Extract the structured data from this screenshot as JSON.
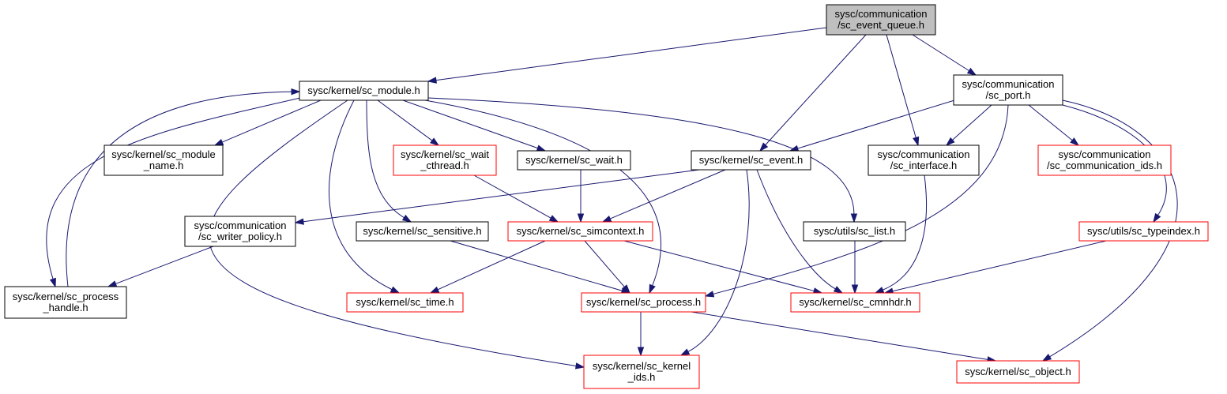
{
  "colors": {
    "root_fill": "#bfbfbf",
    "root_border": "#000000",
    "normal_border": "#000000",
    "incomplete_border": "#ff0000",
    "edge": "#191970"
  },
  "nodes": [
    {
      "id": "event_queue",
      "lines": [
        "sysc/communication",
        "/sc_event_queue.h"
      ],
      "style": "root"
    },
    {
      "id": "module",
      "lines": [
        "sysc/kernel/sc_module.h"
      ],
      "style": "normal"
    },
    {
      "id": "port",
      "lines": [
        "sysc/communication",
        "/sc_port.h"
      ],
      "style": "normal"
    },
    {
      "id": "module_name",
      "lines": [
        "sysc/kernel/sc_module",
        "_name.h"
      ],
      "style": "normal"
    },
    {
      "id": "wait_cthread",
      "lines": [
        "sysc/kernel/sc_wait",
        "_cthread.h"
      ],
      "style": "red"
    },
    {
      "id": "wait",
      "lines": [
        "sysc/kernel/sc_wait.h"
      ],
      "style": "normal"
    },
    {
      "id": "event",
      "lines": [
        "sysc/kernel/sc_event.h"
      ],
      "style": "normal"
    },
    {
      "id": "interface",
      "lines": [
        "sysc/communication",
        "/sc_interface.h"
      ],
      "style": "normal"
    },
    {
      "id": "comm_ids",
      "lines": [
        "sysc/communication",
        "/sc_communication_ids.h"
      ],
      "style": "red"
    },
    {
      "id": "writer_policy",
      "lines": [
        "sysc/communication",
        "/sc_writer_policy.h"
      ],
      "style": "normal"
    },
    {
      "id": "sensitive",
      "lines": [
        "sysc/kernel/sc_sensitive.h"
      ],
      "style": "normal"
    },
    {
      "id": "simcontext",
      "lines": [
        "sysc/kernel/sc_simcontext.h"
      ],
      "style": "red"
    },
    {
      "id": "list",
      "lines": [
        "sysc/utils/sc_list.h"
      ],
      "style": "normal"
    },
    {
      "id": "typeindex",
      "lines": [
        "sysc/utils/sc_typeindex.h"
      ],
      "style": "red"
    },
    {
      "id": "process_handle",
      "lines": [
        "sysc/kernel/sc_process",
        "_handle.h"
      ],
      "style": "normal"
    },
    {
      "id": "time",
      "lines": [
        "sysc/kernel/sc_time.h"
      ],
      "style": "red"
    },
    {
      "id": "process",
      "lines": [
        "sysc/kernel/sc_process.h"
      ],
      "style": "red"
    },
    {
      "id": "cmnhdr",
      "lines": [
        "sysc/kernel/sc_cmnhdr.h"
      ],
      "style": "red"
    },
    {
      "id": "kernel_ids",
      "lines": [
        "sysc/kernel/sc_kernel",
        "_ids.h"
      ],
      "style": "red"
    },
    {
      "id": "object",
      "lines": [
        "sysc/kernel/sc_object.h"
      ],
      "style": "red"
    }
  ],
  "edges": [
    [
      "event_queue",
      "module"
    ],
    [
      "event_queue",
      "port"
    ],
    [
      "event_queue",
      "event"
    ],
    [
      "event_queue",
      "interface"
    ],
    [
      "module",
      "module_name"
    ],
    [
      "module",
      "wait_cthread"
    ],
    [
      "module",
      "wait"
    ],
    [
      "module",
      "sensitive"
    ],
    [
      "module",
      "list"
    ],
    [
      "module",
      "process_handle"
    ],
    [
      "module",
      "time"
    ],
    [
      "module",
      "process"
    ],
    [
      "module",
      "kernel_ids"
    ],
    [
      "process_handle",
      "module"
    ],
    [
      "port",
      "event"
    ],
    [
      "port",
      "interface"
    ],
    [
      "port",
      "comm_ids"
    ],
    [
      "port",
      "typeindex"
    ],
    [
      "port",
      "process"
    ],
    [
      "port",
      "object"
    ],
    [
      "wait_cthread",
      "simcontext"
    ],
    [
      "wait",
      "simcontext"
    ],
    [
      "event",
      "writer_policy"
    ],
    [
      "event",
      "simcontext"
    ],
    [
      "event",
      "cmnhdr"
    ],
    [
      "event",
      "kernel_ids"
    ],
    [
      "interface",
      "cmnhdr"
    ],
    [
      "writer_policy",
      "process_handle"
    ],
    [
      "sensitive",
      "process"
    ],
    [
      "simcontext",
      "time"
    ],
    [
      "simcontext",
      "process"
    ],
    [
      "simcontext",
      "cmnhdr"
    ],
    [
      "list",
      "cmnhdr"
    ],
    [
      "typeindex",
      "cmnhdr"
    ],
    [
      "process",
      "kernel_ids"
    ],
    [
      "process",
      "object"
    ]
  ]
}
